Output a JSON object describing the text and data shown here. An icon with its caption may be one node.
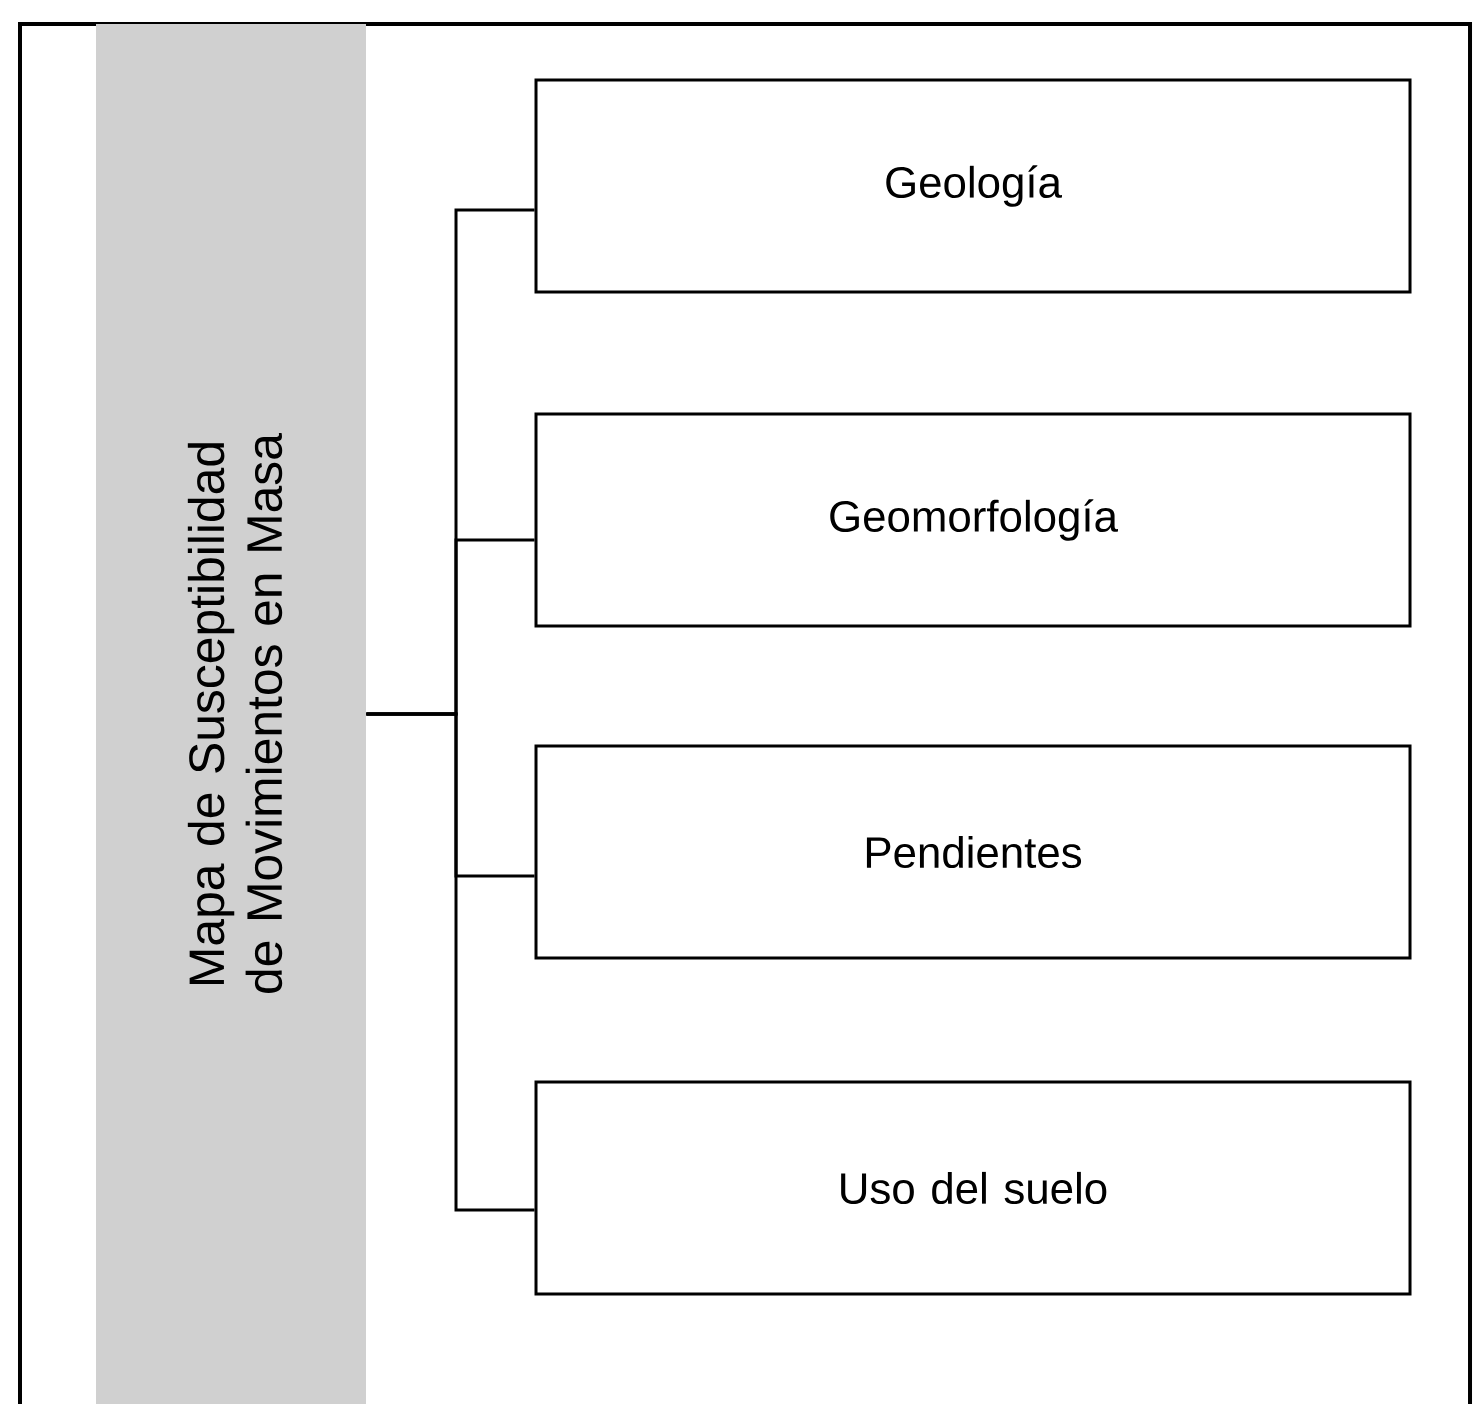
{
  "diagram": {
    "nodes": [
      {
        "text": [
          "Mapa de Susceptibilidad de Movimientos en Masa"
        ]
      },
      {
        "text": [
          "Geología"
        ]
      },
      {
        "text": [
          "Geomorfología"
        ]
      },
      {
        "text": [
          "Pendientes"
        ]
      },
      {
        "text": [
          "Uso del suelo"
        ]
      }
    ],
    "edges": [
      {
        "from": 0,
        "to": 1,
        "arrow": "none"
      },
      {
        "from": 0,
        "to": 2,
        "arrow": "none"
      },
      {
        "from": 0,
        "to": 3,
        "arrow": "none"
      },
      {
        "from": 0,
        "to": 4,
        "arrow": "none"
      }
    ]
  }
}
